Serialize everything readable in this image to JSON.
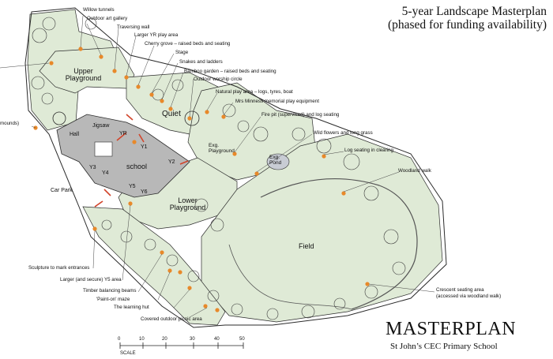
{
  "title": {
    "line1": "5-year Landscape Masterplan",
    "line2": "(phased for funding availability)"
  },
  "brand": {
    "heading": "MASTERPLAN",
    "school": "St John’s CEC Primary School"
  },
  "areas": {
    "upper_playground": "Upper Playground",
    "lower_playground": "Lower Playground",
    "quiet": "Quiet",
    "field": "Field",
    "car_park": "Car Park",
    "school": "school",
    "exg_playground": "Exg. Playground",
    "exg_pond": "Exg. Pond"
  },
  "rooms": {
    "jigsaw": "Jigsaw",
    "hall": "Hall",
    "yr": "YR",
    "y1": "Y1",
    "y2": "Y2",
    "y3": "Y3",
    "y4": "Y4",
    "y5": "Y5",
    "y6": "Y6"
  },
  "labels": {
    "willow_tunnels": "Willow tunnels",
    "outdoor_art_gallery": "Outdoor art gallery",
    "traversing_wall": "Traversing wall",
    "larger_yr_play_area": "Larger YR play area",
    "cherry_grove": "Cherry grove – raised beds and seating",
    "stage": "Stage",
    "snakes_and_ladders": "Snakes and ladders",
    "bamboo_garden": "Bamboo garden – raised beds and seating",
    "outdoor_worship_circle": "Outdoor worship circle",
    "natural_play_area": "Natural play area – logs, tyres, boat",
    "memorial_play_equipment": "Mrs Minness memorial play equipment",
    "fire_pit": "Fire pit (supervised) and log seating",
    "wild_flowers": "Wild flowers and long grass",
    "log_seating_clearing": "Log seating in clearing",
    "woodland_walk": "Woodland walk",
    "mounds": "mounds)",
    "sculpture_entrances": "Sculpture to mark entrances",
    "larger_y5_area": "Larger (and secure) Y5 area",
    "timber_beams": "Timber balancing beams",
    "paint_on_maze": "'Paint-on' maze",
    "learning_hut": "The learning hut",
    "picnic_area": "Covered outdoor picnic area",
    "crescent_line1": "Crescent seating area",
    "crescent_line2": "(accessed via woodland walk)"
  },
  "scale": {
    "label": "SCALE",
    "ticks": [
      "0",
      "10",
      "20",
      "30",
      "40",
      "50"
    ]
  },
  "colors": {
    "land_fill": "#dfead6",
    "line": "#2b2b2b",
    "building": "#b8b8b8",
    "feature_dot": "#e8892a",
    "arrow": "#d2452b"
  }
}
